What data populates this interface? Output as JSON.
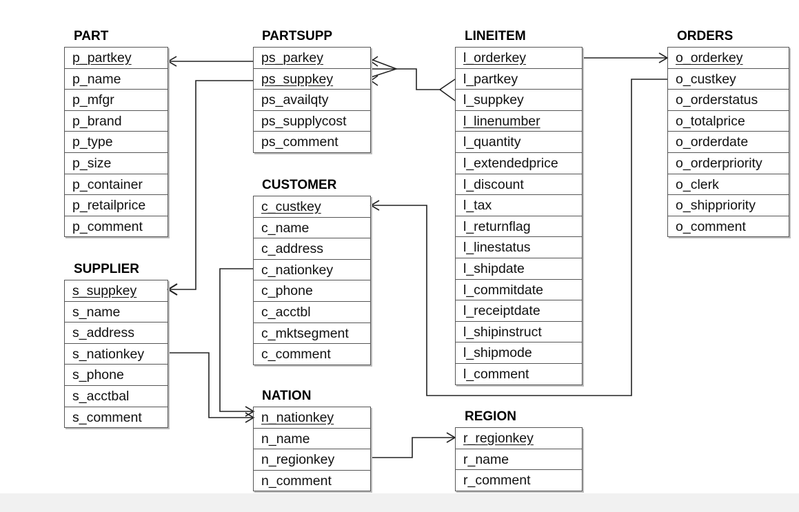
{
  "tables": {
    "part": {
      "title": "PART",
      "fields": [
        "p_partkey",
        "p_name",
        "p_mfgr",
        "p_brand",
        "p_type",
        "p_size",
        "p_container",
        "p_retailprice",
        "p_comment"
      ],
      "pk": [
        0
      ]
    },
    "partsupp": {
      "title": "PARTSUPP",
      "fields": [
        "ps_parkey",
        "ps_suppkey",
        "ps_availqty",
        "ps_supplycost",
        "ps_comment"
      ],
      "pk": [
        0,
        1
      ]
    },
    "lineitem": {
      "title": "LINEITEM",
      "fields": [
        "l_orderkey",
        "l_partkey",
        "l_suppkey",
        "l_linenumber",
        "l_quantity",
        "l_extendedprice",
        "l_discount",
        "l_tax",
        "l_returnflag",
        "l_linestatus",
        "l_shipdate",
        "l_commitdate",
        "l_receiptdate",
        "l_shipinstruct",
        "l_shipmode",
        "l_comment"
      ],
      "pk": [
        0,
        3
      ]
    },
    "orders": {
      "title": "ORDERS",
      "fields": [
        "o_orderkey",
        "o_custkey",
        "o_orderstatus",
        "o_totalprice",
        "o_orderdate",
        "o_orderpriority",
        "o_clerk",
        "o_shippriority",
        "o_comment"
      ],
      "pk": [
        0
      ]
    },
    "customer": {
      "title": "CUSTOMER",
      "fields": [
        "c_custkey",
        "c_name",
        "c_address",
        "c_nationkey",
        "c_phone",
        "c_acctbl",
        "c_mktsegment",
        "c_comment"
      ],
      "pk": [
        0
      ]
    },
    "supplier": {
      "title": "SUPPLIER",
      "fields": [
        "s_suppkey",
        "s_name",
        "s_address",
        "s_nationkey",
        "s_phone",
        "s_acctbal",
        "s_comment"
      ],
      "pk": [
        0
      ]
    },
    "nation": {
      "title": "NATION",
      "fields": [
        "n_nationkey",
        "n_name",
        "n_regionkey",
        "n_comment"
      ],
      "pk": [
        0
      ]
    },
    "region": {
      "title": "REGION",
      "fields": [
        "r_regionkey",
        "r_name",
        "r_comment"
      ],
      "pk": [
        0
      ]
    }
  },
  "colors": {
    "line": "#222222",
    "border": "#555555",
    "text": "#111111"
  }
}
